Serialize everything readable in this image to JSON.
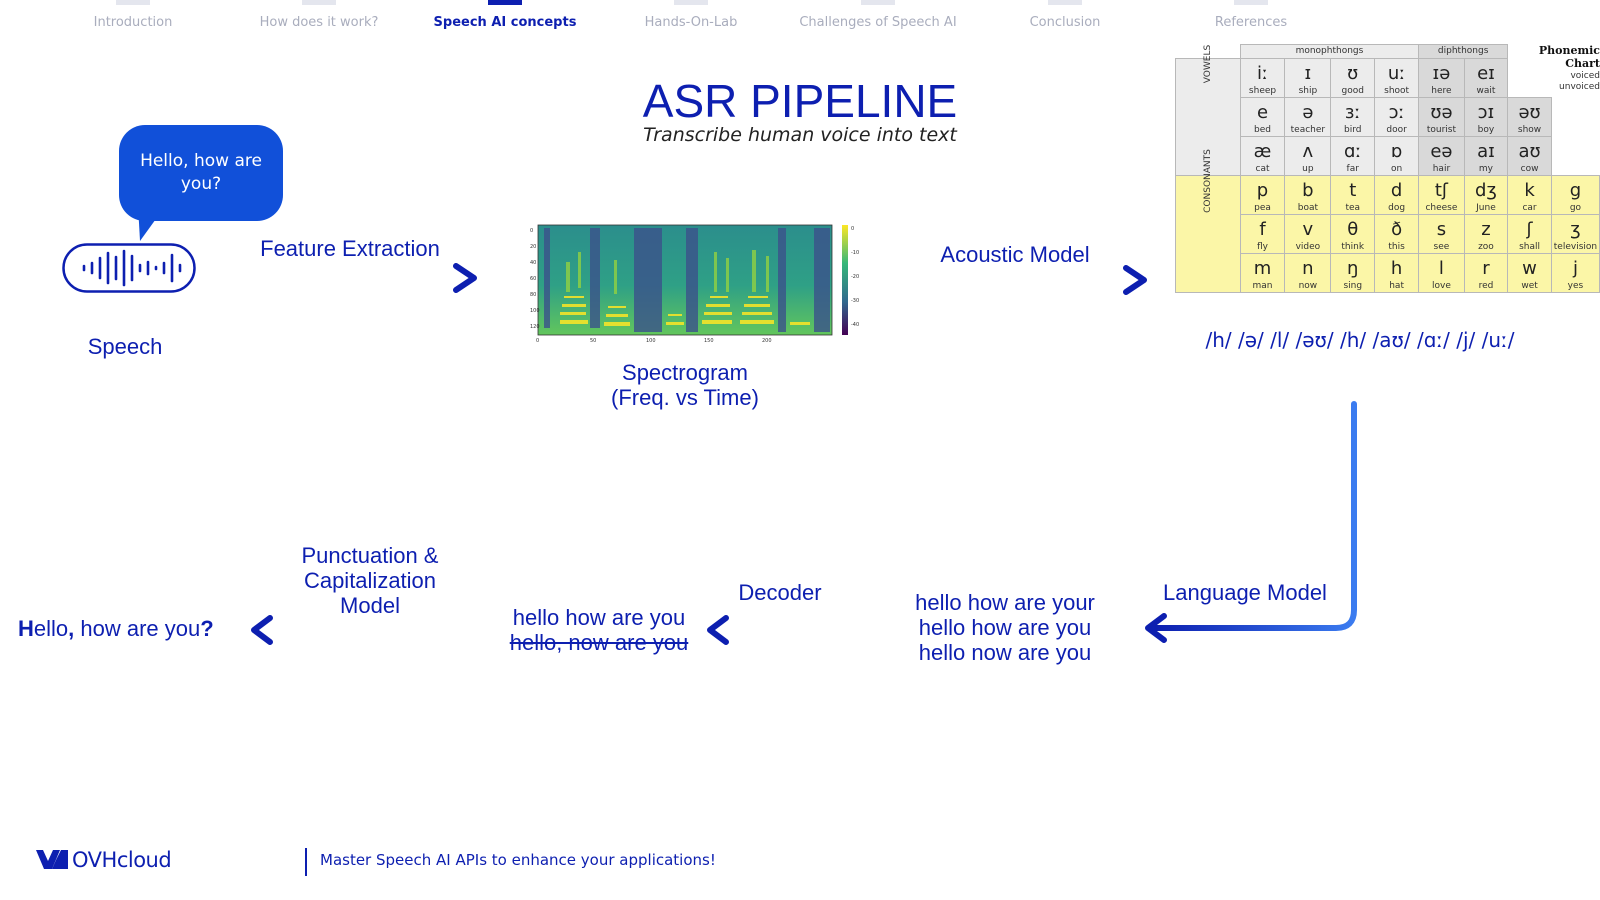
{
  "nav": {
    "items": [
      {
        "label": "Introduction"
      },
      {
        "label": "How does it work?"
      },
      {
        "label": "Speech AI concepts"
      },
      {
        "label": "Hands-On-Lab"
      },
      {
        "label": "Challenges of Speech AI"
      },
      {
        "label": "Conclusion"
      },
      {
        "label": "References"
      }
    ]
  },
  "header": {
    "title": "ASR PIPELINE",
    "subtitle": "Transcribe human voice into text"
  },
  "pipeline": {
    "speech_bubble": "Hello, how are you?",
    "speech_label": "Speech",
    "feature_extraction": "Feature Extraction",
    "spectrogram_label_1": "Spectrogram",
    "spectrogram_label_2": "(Freq. vs Time)",
    "acoustic_model": "Acoustic Model",
    "phonemes": "/h/ /ə/ /l/ /əʊ/ /h/ /aʊ/ /ɑː/ /j/ /uː/",
    "language_model": "Language Model",
    "lm_hypotheses": [
      "hello how are your",
      "hello how are you",
      "hello now are you"
    ],
    "decoder": "Decoder",
    "decoder_output": "hello how are you",
    "decoder_rejected": "hello, now are you",
    "punctuation_model": [
      "Punctuation &",
      "Capitalization",
      "Model"
    ],
    "final_output": {
      "cap": "H",
      "mid1": "ello",
      "comma": ",",
      "mid2": " how are you",
      "qmark": "?"
    }
  },
  "phonemic_chart": {
    "title": "Phonemic Chart",
    "legend_voiced": "voiced",
    "legend_unvoiced": "unvoiced",
    "monophthongs_label": "monophthongs",
    "diphthongs_label": "diphthongs",
    "vowels_label": "VOWELS",
    "consonants_label": "CONSONANTS",
    "vowel_rows": [
      [
        [
          "iː",
          "sheep"
        ],
        [
          "ɪ",
          "ship"
        ],
        [
          "ʊ",
          "good"
        ],
        [
          "uː",
          "shoot"
        ],
        [
          "ɪə",
          "here"
        ],
        [
          "eɪ",
          "wait"
        ]
      ],
      [
        [
          "e",
          "bed"
        ],
        [
          "ə",
          "teacher"
        ],
        [
          "ɜː",
          "bird"
        ],
        [
          "ɔː",
          "door"
        ],
        [
          "ʊə",
          "tourist"
        ],
        [
          "ɔɪ",
          "boy"
        ],
        [
          "əʊ",
          "show"
        ]
      ],
      [
        [
          "æ",
          "cat"
        ],
        [
          "ʌ",
          "up"
        ],
        [
          "ɑː",
          "far"
        ],
        [
          "ɒ",
          "on"
        ],
        [
          "eə",
          "hair"
        ],
        [
          "aɪ",
          "my"
        ],
        [
          "aʊ",
          "cow"
        ]
      ]
    ],
    "consonant_rows": [
      [
        [
          "p",
          "pea"
        ],
        [
          "b",
          "boat"
        ],
        [
          "t",
          "tea"
        ],
        [
          "d",
          "dog"
        ],
        [
          "tʃ",
          "cheese"
        ],
        [
          "dʒ",
          "June"
        ],
        [
          "k",
          "car"
        ],
        [
          "g",
          "go"
        ]
      ],
      [
        [
          "f",
          "fly"
        ],
        [
          "v",
          "video"
        ],
        [
          "θ",
          "think"
        ],
        [
          "ð",
          "this"
        ],
        [
          "s",
          "see"
        ],
        [
          "z",
          "zoo"
        ],
        [
          "ʃ",
          "shall"
        ],
        [
          "ʒ",
          "television"
        ]
      ],
      [
        [
          "m",
          "man"
        ],
        [
          "n",
          "now"
        ],
        [
          "ŋ",
          "sing"
        ],
        [
          "h",
          "hat"
        ],
        [
          "l",
          "love"
        ],
        [
          "r",
          "red"
        ],
        [
          "w",
          "wet"
        ],
        [
          "j",
          "yes"
        ]
      ]
    ]
  },
  "footer": {
    "brand": "OVHcloud",
    "tagline": "Master Speech AI APIs to enhance your applications!"
  },
  "colors": {
    "primary": "#0d1fb0",
    "accent": "#1150d9",
    "gradient_start": "#3b7cf0"
  }
}
